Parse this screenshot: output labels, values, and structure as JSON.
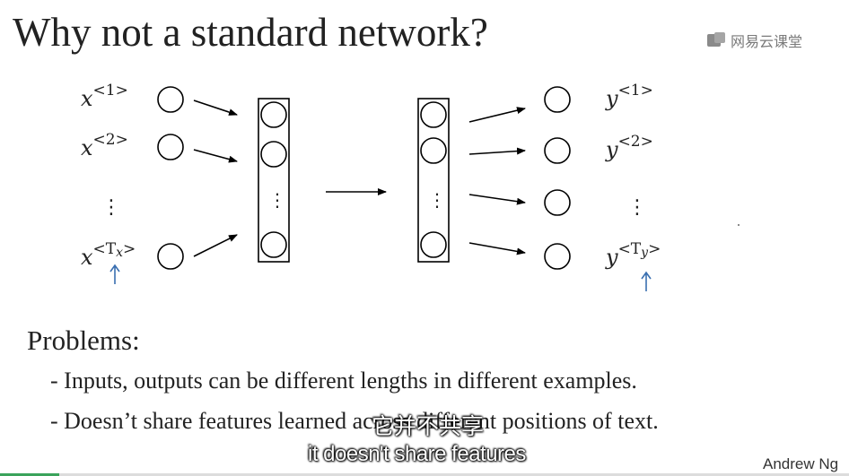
{
  "slide": {
    "title": "Why not a standard network?",
    "watermark": "网易云课堂",
    "author": "Andrew Ng"
  },
  "diagram": {
    "inputs": [
      {
        "base": "x",
        "sup": "<1>"
      },
      {
        "base": "x",
        "sup": "<2>"
      },
      {
        "base": "x",
        "sup": "<Tx>",
        "sup_main": "<T",
        "sup_sub": "x",
        "sup_end": ">"
      }
    ],
    "outputs": [
      {
        "base": "y",
        "sup": "<1>"
      },
      {
        "base": "y",
        "sup": "<2>"
      },
      {
        "base": "y",
        "sup": "<Ty>",
        "sup_main": "<T",
        "sup_sub": "y",
        "sup_end": ">"
      }
    ],
    "ellipsis": "⋮"
  },
  "problems": {
    "heading": "Problems:",
    "items": [
      "- Inputs, outputs can be different lengths in different examples.",
      "- Doesn’t share features learned across different positions of text."
    ]
  },
  "subtitles": {
    "zh": "它并不共享",
    "en": "it doesn't share features"
  },
  "colors": {
    "annotation": "#3a6fb0",
    "text": "#222222"
  }
}
